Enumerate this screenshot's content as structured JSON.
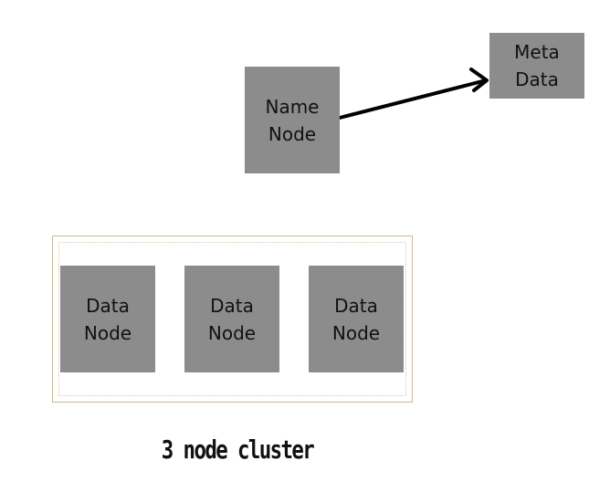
{
  "name_node": {
    "label": "Name\nNode"
  },
  "meta_data": {
    "label": "Meta\nData"
  },
  "data_nodes": [
    {
      "label": "Data\nNode"
    },
    {
      "label": "Data\nNode"
    },
    {
      "label": "Data\nNode"
    }
  ],
  "caption": "3 node cluster",
  "colors": {
    "node_fill": "#8c8c8c",
    "frame_border": "#c9b89a",
    "arrow": "#000000"
  }
}
